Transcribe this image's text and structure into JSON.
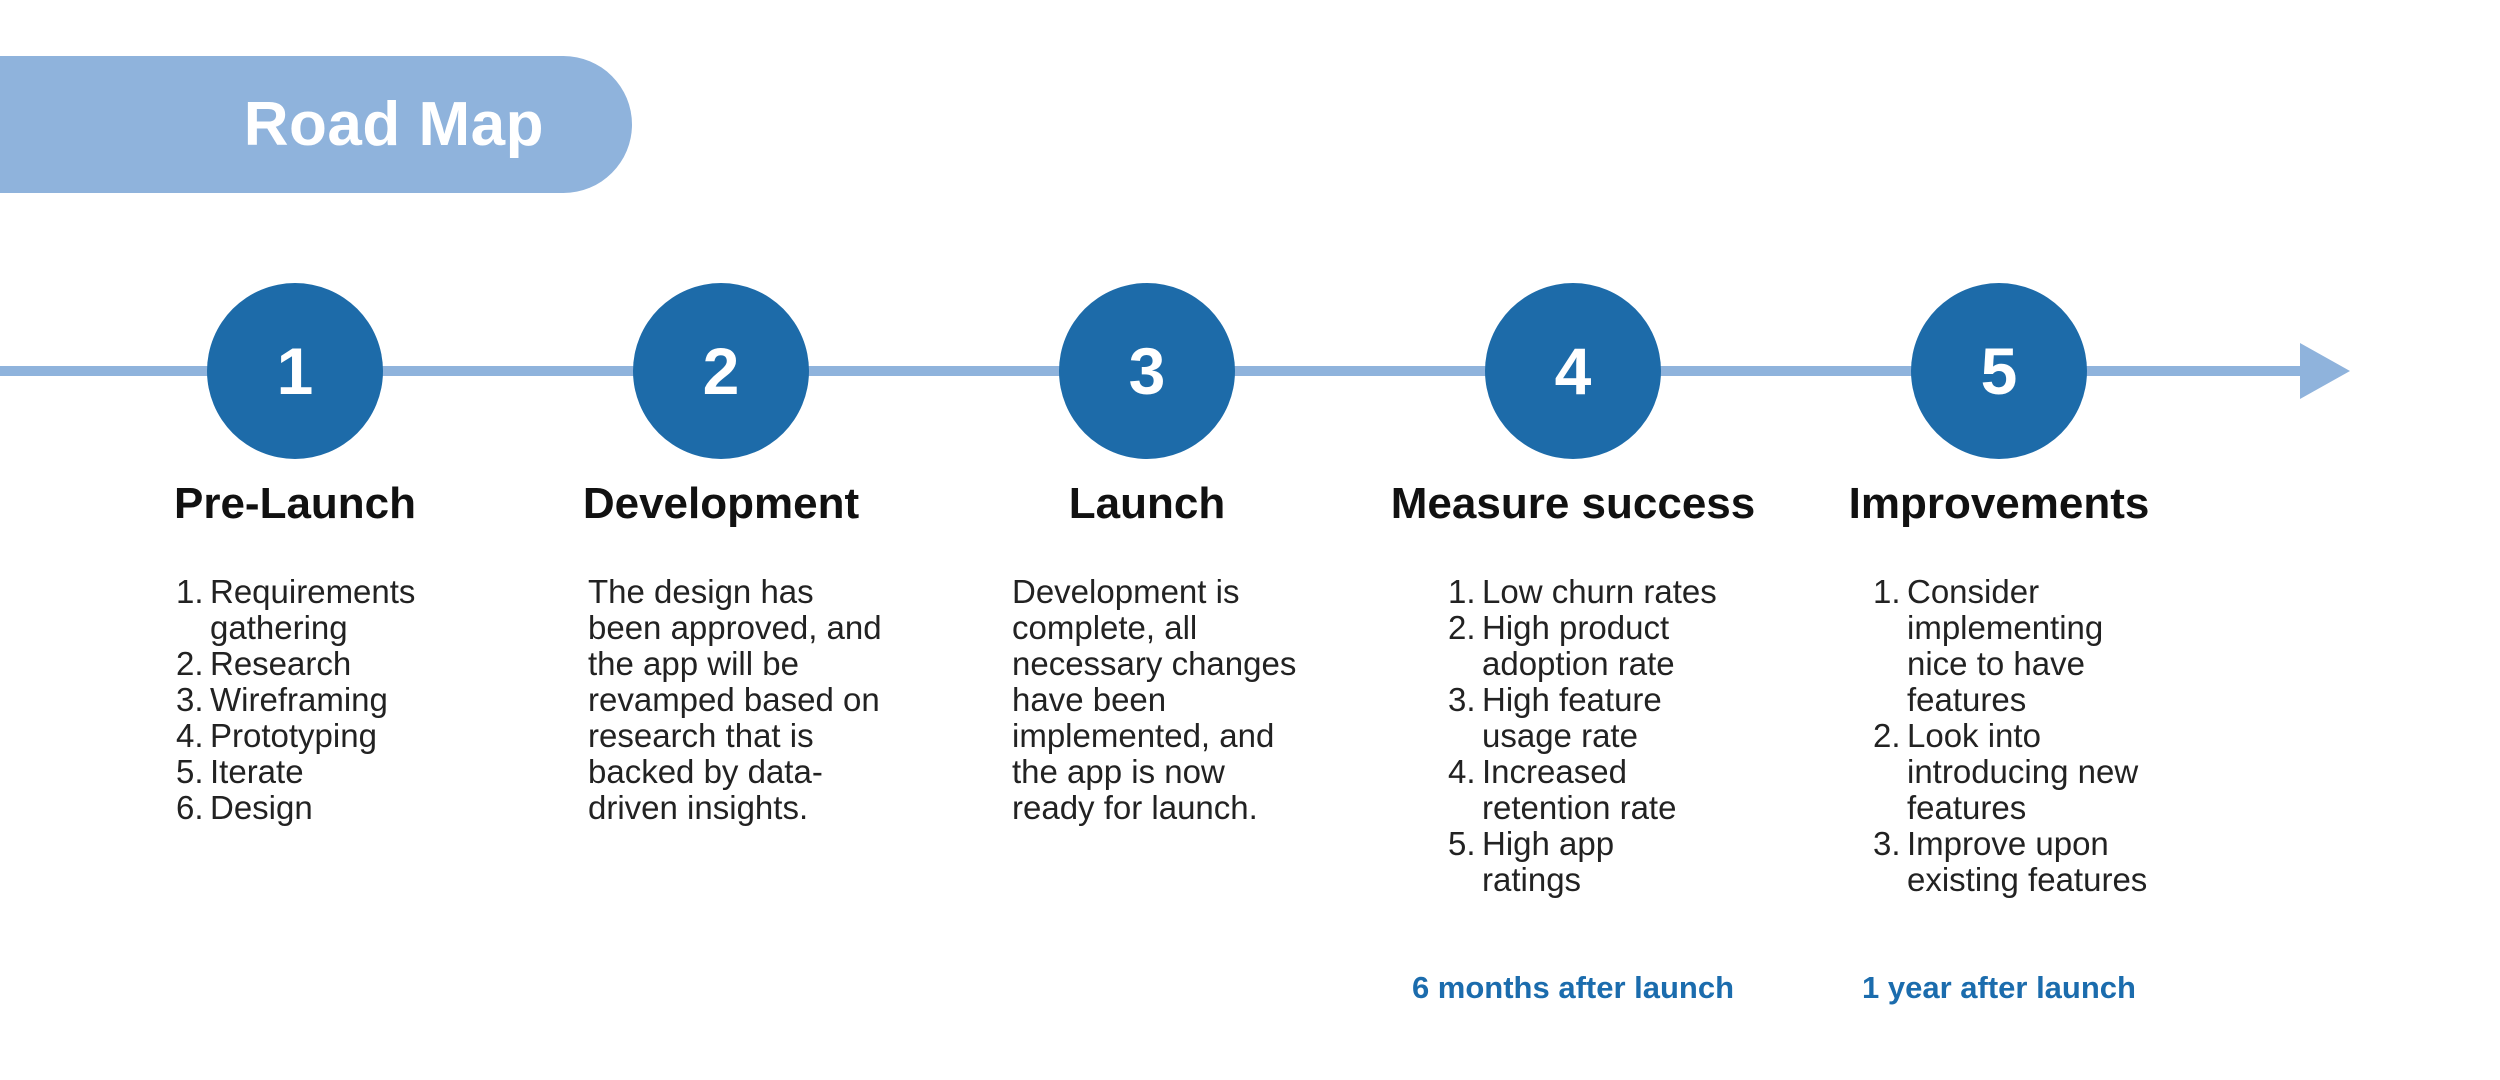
{
  "badge": {
    "label": "Road Map"
  },
  "colors": {
    "accent_light": "#8fb3dc",
    "accent_dark": "#1d6ba9",
    "caption_blue": "#1b6cad",
    "body_text": "#222222"
  },
  "timeline": {
    "direction": "left-to-right",
    "arrow": "right"
  },
  "steps": [
    {
      "number": "1",
      "title": "Pre-Launch",
      "type": "list",
      "items": [
        "Requirements gathering",
        "Research",
        "Wireframing",
        "Prototyping",
        "Iterate",
        "Design"
      ],
      "caption": ""
    },
    {
      "number": "2",
      "title": "Development",
      "type": "paragraph",
      "text": "The design has been approved, and the app will be revamped based on research that is backed by data-driven insights.",
      "caption": ""
    },
    {
      "number": "3",
      "title": "Launch",
      "type": "paragraph",
      "text": "Development is complete, all necessary changes have been implemented, and the app is now ready for launch.",
      "caption": ""
    },
    {
      "number": "4",
      "title": "Measure success",
      "type": "list",
      "items": [
        "Low churn rates",
        "High product adoption rate",
        "High feature usage rate",
        "Increased retention rate",
        "High app ratings"
      ],
      "caption": "6 months after launch"
    },
    {
      "number": "5",
      "title": "Improvements",
      "type": "list",
      "items": [
        "Consider implementing nice to have features",
        "Look into introducing new features",
        "Improve upon existing features"
      ],
      "caption": "1 year after launch"
    }
  ]
}
